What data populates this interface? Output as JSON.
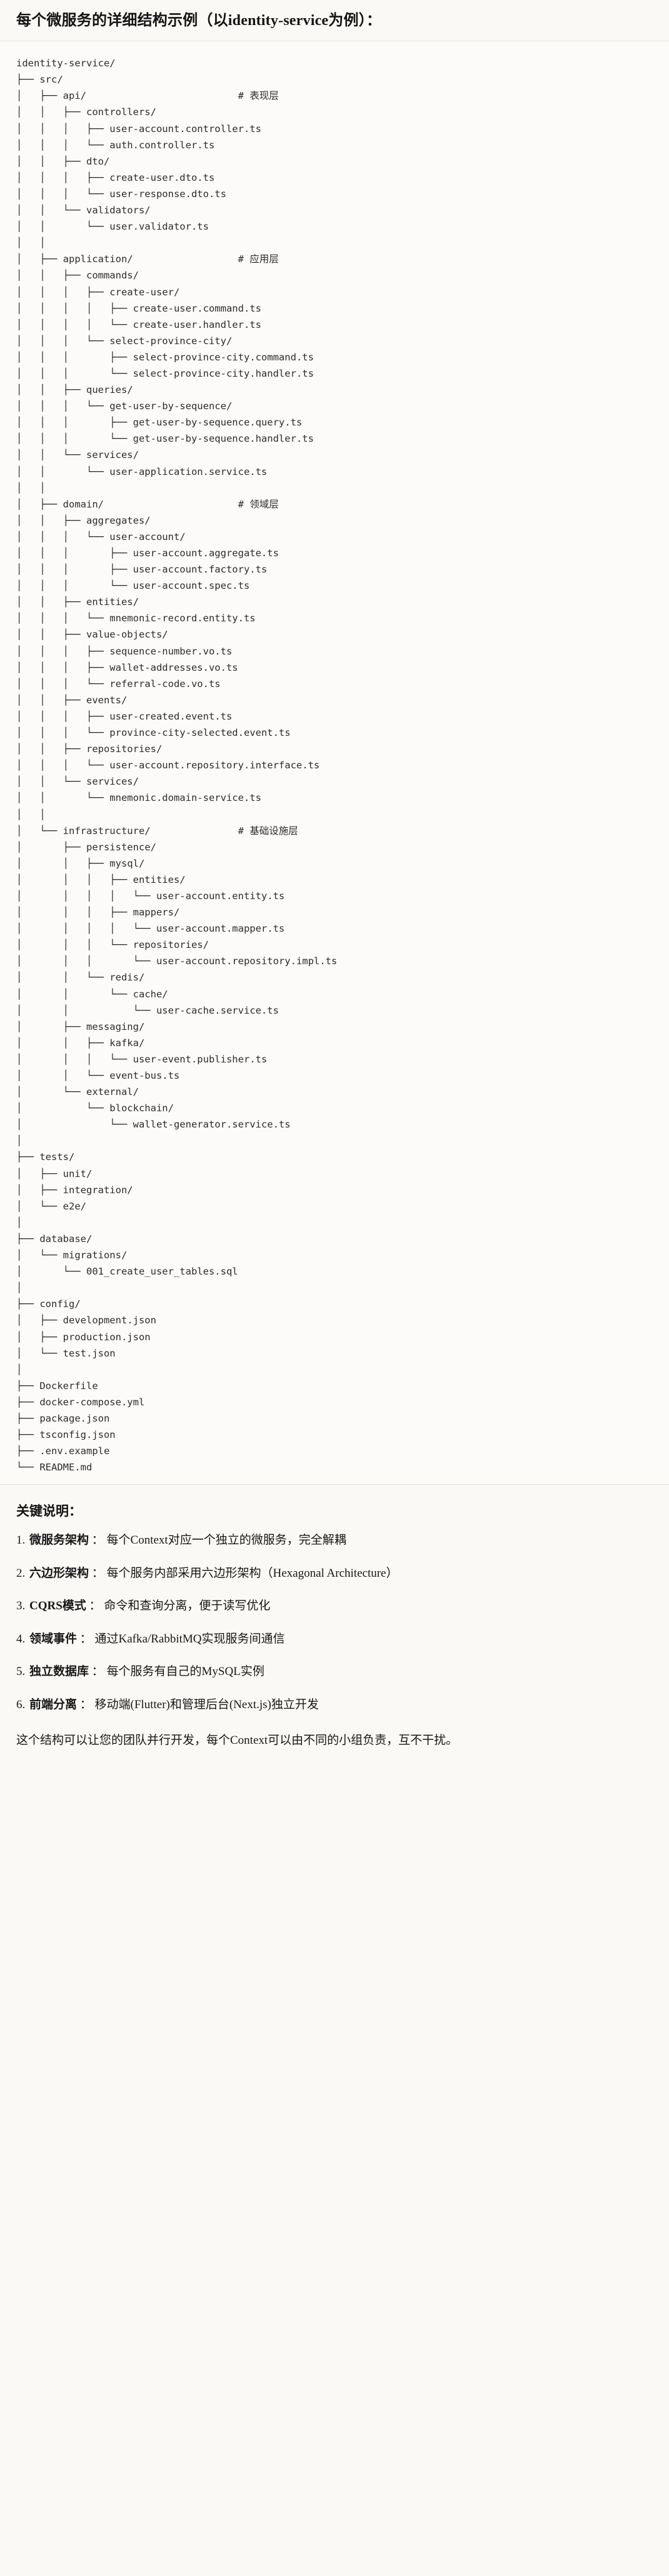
{
  "header": {
    "title": "每个微服务的详细结构示例（以identity-service为例）："
  },
  "tree": {
    "root": "identity-service/",
    "text": "identity-service/\n├── src/\n│   ├── api/                          # 表现层\n│   │   ├── controllers/\n│   │   │   ├── user-account.controller.ts\n│   │   │   └── auth.controller.ts\n│   │   ├── dto/\n│   │   │   ├── create-user.dto.ts\n│   │   │   └── user-response.dto.ts\n│   │   └── validators/\n│   │       └── user.validator.ts\n│   │\n│   ├── application/                  # 应用层\n│   │   ├── commands/\n│   │   │   ├── create-user/\n│   │   │   │   ├── create-user.command.ts\n│   │   │   │   └── create-user.handler.ts\n│   │   │   └── select-province-city/\n│   │   │       ├── select-province-city.command.ts\n│   │   │       └── select-province-city.handler.ts\n│   │   ├── queries/\n│   │   │   └── get-user-by-sequence/\n│   │   │       ├── get-user-by-sequence.query.ts\n│   │   │       └── get-user-by-sequence.handler.ts\n│   │   └── services/\n│   │       └── user-application.service.ts\n│   │\n│   ├── domain/                       # 领域层\n│   │   ├── aggregates/\n│   │   │   └── user-account/\n│   │   │       ├── user-account.aggregate.ts\n│   │   │       ├── user-account.factory.ts\n│   │   │       └── user-account.spec.ts\n│   │   ├── entities/\n│   │   │   └── mnemonic-record.entity.ts\n│   │   ├── value-objects/\n│   │   │   ├── sequence-number.vo.ts\n│   │   │   ├── wallet-addresses.vo.ts\n│   │   │   └── referral-code.vo.ts\n│   │   ├── events/\n│   │   │   ├── user-created.event.ts\n│   │   │   └── province-city-selected.event.ts\n│   │   ├── repositories/\n│   │   │   └── user-account.repository.interface.ts\n│   │   └── services/\n│   │       └── mnemonic.domain-service.ts\n│   │\n│   └── infrastructure/               # 基础设施层\n│       ├── persistence/\n│       │   ├── mysql/\n│       │   │   ├── entities/\n│       │   │   │   └── user-account.entity.ts\n│       │   │   ├── mappers/\n│       │   │   │   └── user-account.mapper.ts\n│       │   │   └── repositories/\n│       │   │       └── user-account.repository.impl.ts\n│       │   └── redis/\n│       │       └── cache/\n│       │           └── user-cache.service.ts\n│       ├── messaging/\n│       │   ├── kafka/\n│       │   │   └── user-event.publisher.ts\n│       │   └── event-bus.ts\n│       └── external/\n│           └── blockchain/\n│               └── wallet-generator.service.ts\n│\n├── tests/\n│   ├── unit/\n│   ├── integration/\n│   └── e2e/\n│\n├── database/\n│   └── migrations/\n│       └── 001_create_user_tables.sql\n│\n├── config/\n│   ├── development.json\n│   ├── production.json\n│   └── test.json\n│\n├── Dockerfile\n├── docker-compose.yml\n├── package.json\n├── tsconfig.json\n├── .env.example\n└── README.md",
    "layer_comments": [
      "# 表现层",
      "# 应用层",
      "# 领域层",
      "# 基础设施层"
    ]
  },
  "notes": {
    "title": "关键说明：",
    "items": [
      {
        "num": "1.",
        "term": "微服务架构",
        "sep": "：",
        "desc": "每个Context对应一个独立的微服务，完全解耦"
      },
      {
        "num": "2.",
        "term": "六边形架构",
        "sep": "：",
        "desc": "每个服务内部采用六边形架构（Hexagonal Architecture）"
      },
      {
        "num": "3.",
        "term": "CQRS模式",
        "sep": "：",
        "desc": "命令和查询分离，便于读写优化"
      },
      {
        "num": "4.",
        "term": "领域事件",
        "sep": "：",
        "desc": "通过Kafka/RabbitMQ实现服务间通信"
      },
      {
        "num": "5.",
        "term": "独立数据库",
        "sep": "：",
        "desc": "每个服务有自己的MySQL实例"
      },
      {
        "num": "6.",
        "term": "前端分离",
        "sep": "：",
        "desc": "移动端(Flutter)和管理后台(Next.js)独立开发"
      }
    ],
    "closing": "这个结构可以让您的团队并行开发，每个Context可以由不同的小组负责，互不干扰。"
  },
  "colors": {
    "page_bg": "#faf9f6",
    "code_bg": "#fcfbf9",
    "divider": "#e3e1db",
    "text": "#1c1c1c",
    "code_text": "#2b2b2b"
  }
}
